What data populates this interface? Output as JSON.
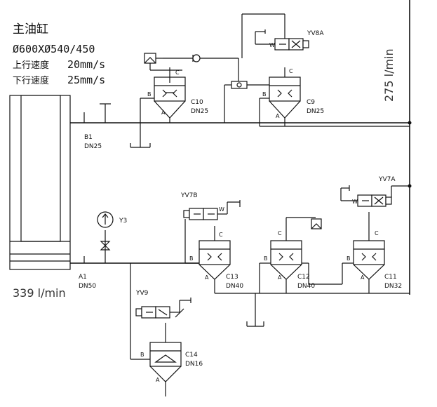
{
  "cylinder": {
    "title": "主油缸",
    "spec": "Ø600XØ540/450",
    "up_label": "上行速度",
    "up_value": "20mm/s",
    "down_label": "下行速度",
    "down_value": "25mm/s"
  },
  "flows": {
    "pump_flow": "339  l/min",
    "return_flow": "275  l/min"
  },
  "ports": {
    "b1": "B1",
    "b1_size": "DN25",
    "a1": "A1",
    "a1_size": "DN50"
  },
  "gauge": {
    "label": "Y3"
  },
  "valves": {
    "c10": {
      "name": "C10",
      "size": "DN25"
    },
    "c9": {
      "name": "C9",
      "size": "DN25"
    },
    "c13": {
      "name": "C13",
      "size": "DN40"
    },
    "c12": {
      "name": "C12",
      "size": "DN40"
    },
    "c11": {
      "name": "C11",
      "size": "DN32"
    },
    "c14": {
      "name": "C14",
      "size": "DN16"
    }
  },
  "solenoids": {
    "yv8a": "YV8A",
    "yv7b": "YV7B",
    "yv7a": "YV7A",
    "yv9": "YV9"
  },
  "port_letters": {
    "a": "A",
    "b": "B",
    "c": "C",
    "w": "W"
  }
}
